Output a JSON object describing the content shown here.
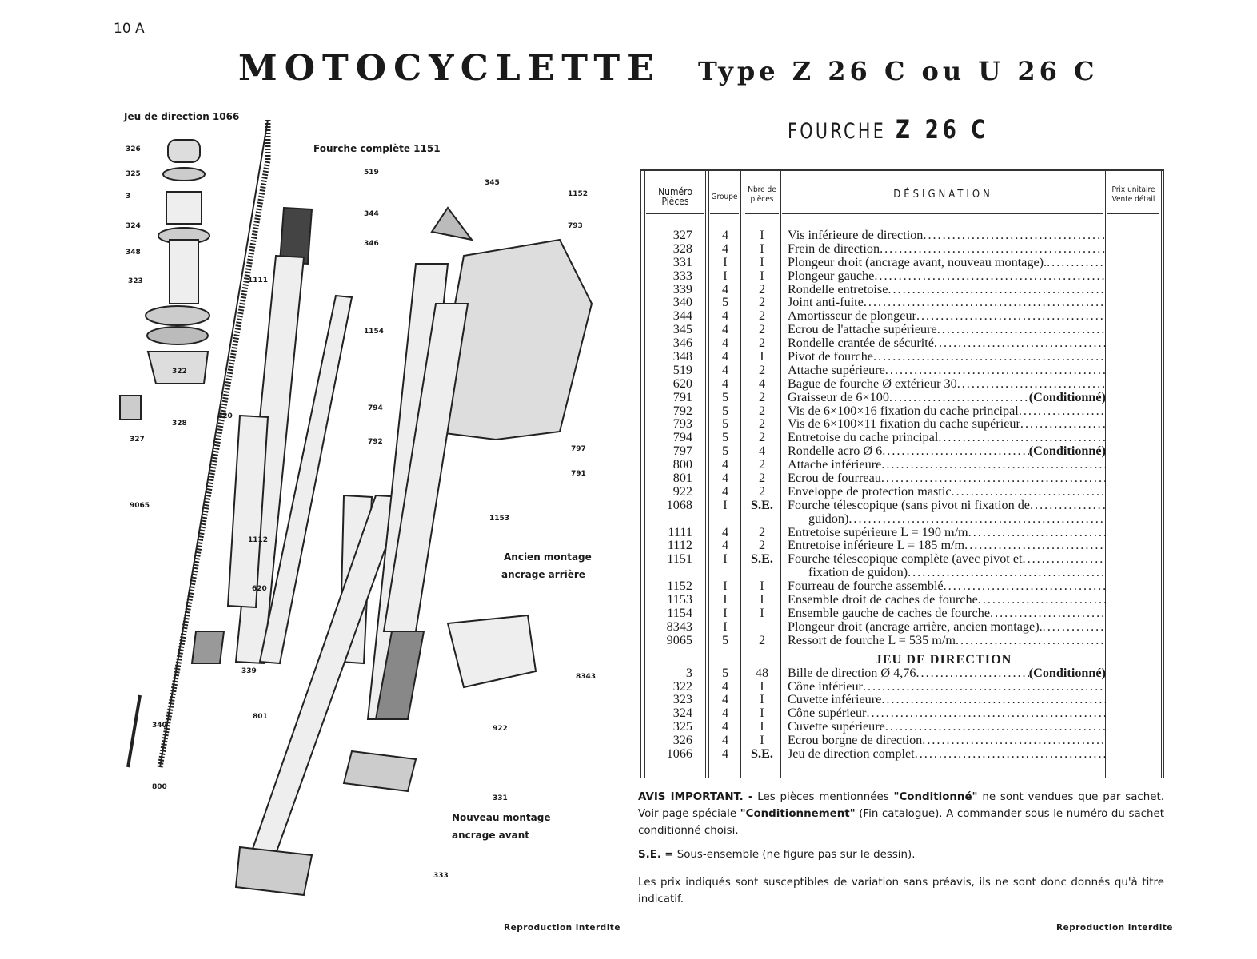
{
  "page_number": "10 A",
  "title": "MOTOCYCLETTE",
  "subtitle": "Type Z 26 C ou U 26 C",
  "section_title": {
    "label": "FOURCHE",
    "model": "Z 26 C"
  },
  "diagram": {
    "captions": [
      "Jeu de direction 1066",
      "Fourche complète 1151",
      "Ancien montage",
      "ancrage arrière",
      "Nouveau montage",
      "ancrage avant"
    ],
    "labels": [
      "326",
      "325",
      "3",
      "324",
      "348",
      "323",
      "322",
      "328",
      "327",
      "519",
      "344",
      "345",
      "346",
      "1152",
      "793",
      "1111",
      "1154",
      "794",
      "792",
      "620",
      "797",
      "791",
      "9065",
      "1153",
      "1112",
      "620",
      "339",
      "801",
      "340",
      "800",
      "922",
      "8343",
      "331",
      "333"
    ]
  },
  "table": {
    "headers": {
      "numero": "Numéro\nPièces",
      "groupe": "Groupe",
      "nbre": "Nbre de\npièces",
      "designation": "DÉSIGNATION",
      "prix": "Prix unitaire\nVente détail"
    },
    "rows": [
      {
        "n": "327",
        "g": "4",
        "q": "I",
        "d": "Vis inférieure de direction"
      },
      {
        "n": "328",
        "g": "4",
        "q": "I",
        "d": "Frein de direction"
      },
      {
        "n": "331",
        "g": "I",
        "q": "I",
        "d": "Plongeur droit (ancrage avant, nouveau montage)."
      },
      {
        "n": "333",
        "g": "I",
        "q": "I",
        "d": "Plongeur gauche"
      },
      {
        "n": "339",
        "g": "4",
        "q": "2",
        "d": "Rondelle entretoise"
      },
      {
        "n": "340",
        "g": "5",
        "q": "2",
        "d": "Joint anti-fuite"
      },
      {
        "n": "344",
        "g": "4",
        "q": "2",
        "d": "Amortisseur de plongeur"
      },
      {
        "n": "345",
        "g": "4",
        "q": "2",
        "d": "Ecrou de l'attache supérieure"
      },
      {
        "n": "346",
        "g": "4",
        "q": "2",
        "d": "Rondelle crantée de sécurité"
      },
      {
        "n": "348",
        "g": "4",
        "q": "I",
        "d": "Pivot de fourche"
      },
      {
        "n": "519",
        "g": "4",
        "q": "2",
        "d": "Attache supérieure"
      },
      {
        "n": "620",
        "g": "4",
        "q": "4",
        "d": "Bague de fourche Ø extérieur 30"
      },
      {
        "n": "791",
        "g": "5",
        "q": "2",
        "d": "Graisseur de 6×100",
        "tag": "(Conditionné)"
      },
      {
        "n": "792",
        "g": "5",
        "q": "2",
        "d": "Vis de 6×100×16 fixation du cache principal"
      },
      {
        "n": "793",
        "g": "5",
        "q": "2",
        "d": "Vis de 6×100×11 fixation du cache supérieur"
      },
      {
        "n": "794",
        "g": "5",
        "q": "2",
        "d": "Entretoise du cache principal"
      },
      {
        "n": "797",
        "g": "5",
        "q": "4",
        "d": "Rondelle acro Ø 6",
        "tag": "(Conditionné)"
      },
      {
        "n": "800",
        "g": "4",
        "q": "2",
        "d": "Attache inférieure"
      },
      {
        "n": "801",
        "g": "4",
        "q": "2",
        "d": "Ecrou de fourreau"
      },
      {
        "n": "922",
        "g": "4",
        "q": "2",
        "d": "Enveloppe de protection mastic"
      },
      {
        "n": "1068",
        "g": "I",
        "q": "S.E.",
        "d": "Fourche télescopique (sans pivot ni fixation de"
      },
      {
        "n": "",
        "g": "",
        "q": "",
        "d": "guidon)",
        "cont": true
      },
      {
        "n": "1111",
        "g": "4",
        "q": "2",
        "d": "Entretoise supérieure L = 190 m/m"
      },
      {
        "n": "1112",
        "g": "4",
        "q": "2",
        "d": "Entretoise inférieure L = 185 m/m"
      },
      {
        "n": "1151",
        "g": "I",
        "q": "S.E.",
        "d": "Fourche télescopique complète (avec pivot et"
      },
      {
        "n": "",
        "g": "",
        "q": "",
        "d": "fixation de guidon)",
        "cont": true
      },
      {
        "n": "1152",
        "g": "I",
        "q": "I",
        "d": "Fourreau de fourche assemblé"
      },
      {
        "n": "1153",
        "g": "I",
        "q": "I",
        "d": "Ensemble droit de caches de fourche"
      },
      {
        "n": "1154",
        "g": "I",
        "q": "I",
        "d": "Ensemble gauche de caches de fourche"
      },
      {
        "n": "8343",
        "g": "I",
        "q": "",
        "d": "Plongeur droit (ancrage arrière, ancien montage)."
      },
      {
        "n": "9065",
        "g": "5",
        "q": "2",
        "d": "Ressort de fourche L = 535 m/m"
      }
    ],
    "section2_title": "JEU DE DIRECTION",
    "rows2": [
      {
        "n": "3",
        "g": "5",
        "q": "48",
        "d": "Bille de direction Ø 4,76",
        "tag": "(Conditionné)"
      },
      {
        "n": "322",
        "g": "4",
        "q": "I",
        "d": "Cône inférieur"
      },
      {
        "n": "323",
        "g": "4",
        "q": "I",
        "d": "Cuvette inférieure"
      },
      {
        "n": "324",
        "g": "4",
        "q": "I",
        "d": "Cône supérieur"
      },
      {
        "n": "325",
        "g": "4",
        "q": "I",
        "d": "Cuvette supérieure"
      },
      {
        "n": "326",
        "g": "4",
        "q": "I",
        "d": "Ecrou borgne de direction"
      },
      {
        "n": "1066",
        "g": "4",
        "q": "S.E.",
        "d": "Jeu de direction complet"
      }
    ]
  },
  "notes": {
    "avis_label": "AVIS IMPORTANT. -",
    "avis_1": " Les pièces mentionnées ",
    "avis_cond": "\"Conditionné\"",
    "avis_2": " ne sont vendues que par sachet. Voir page spéciale ",
    "avis_condt": "\"Conditionnement\"",
    "avis_3": " (Fin catalogue). A commander sous le numéro du sachet conditionné choisi.",
    "se_label": "S.E.",
    "se_text": " = Sous-ensemble (ne figure pas sur le dessin).",
    "prix": "Les prix indiqués sont susceptibles de variation sans préavis, ils ne sont donc donnés qu'à titre indicatif."
  },
  "footer": {
    "left": "Reproduction interdite",
    "right": "Reproduction interdite"
  }
}
